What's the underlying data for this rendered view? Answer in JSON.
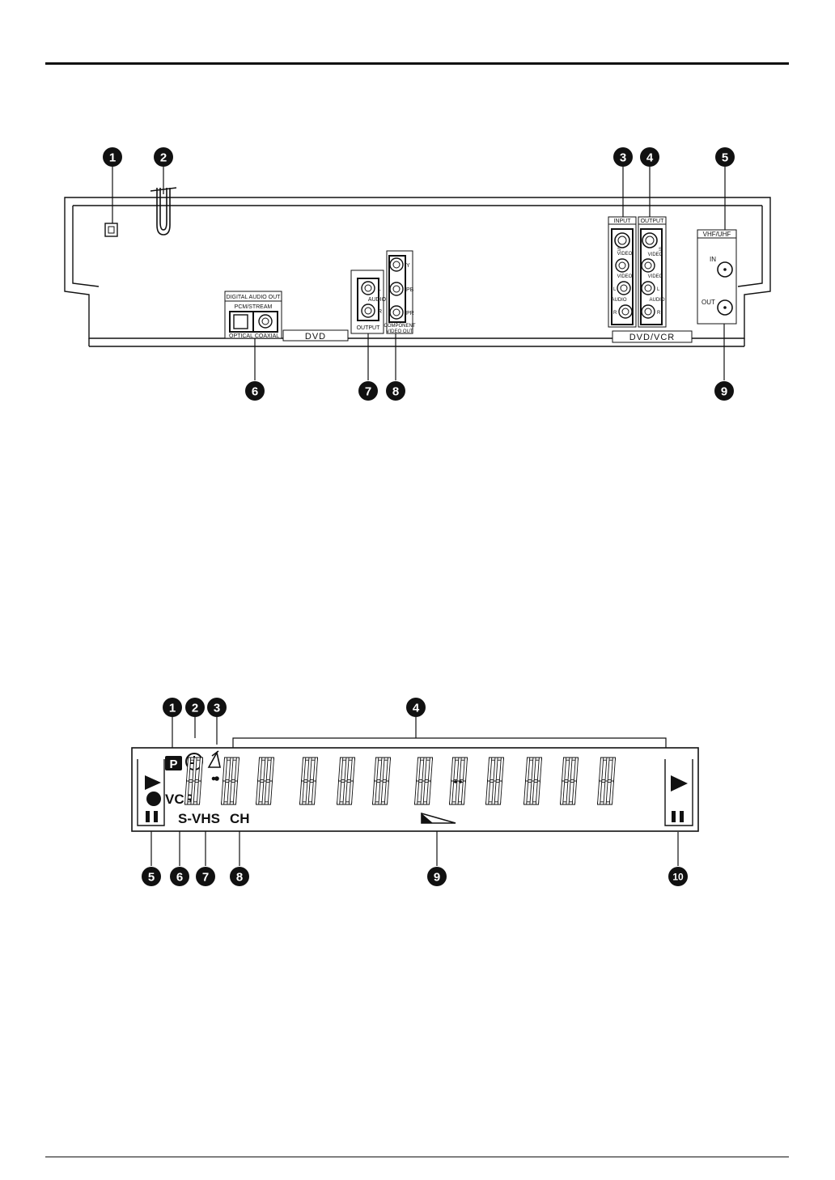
{
  "rear_panel": {
    "callouts": [
      "1",
      "2",
      "3",
      "4",
      "5",
      "6",
      "7",
      "8",
      "9"
    ],
    "digital_audio_out": {
      "title": "DIGITAL AUDIO OUT",
      "subtitle": "PCM/STREAM",
      "optical": "OPTICAL",
      "coaxial": "COAXIAL"
    },
    "dvd_label": "DVD",
    "dvd_vcr_label": "DVD/VCR",
    "audio_output": {
      "l": "L",
      "r": "R",
      "audio": "AUDIO",
      "output": "OUTPUT"
    },
    "component": {
      "y": "Y",
      "pb": "PB",
      "pr": "PR",
      "label_1": "COMPONENT",
      "label_2": "VIDEO OUT"
    },
    "input_jacks": {
      "title": "INPUT",
      "s": "S",
      "s_video": "VIDEO",
      "video": "VIDEO",
      "l": "L",
      "audio": "AUDIO",
      "r": "R"
    },
    "output_jacks": {
      "title": "OUTPUT",
      "s": "S",
      "s_video": "VIDEO",
      "video": "VIDEO",
      "l": "L",
      "audio": "AUDIO",
      "r": "R"
    },
    "antenna": {
      "title": "VHF/UHF",
      "in": "IN",
      "out": "OUT"
    }
  },
  "display_panel": {
    "callouts": [
      "1",
      "2",
      "3",
      "4",
      "5",
      "6",
      "7",
      "8",
      "9",
      "10"
    ],
    "p_badge": "P",
    "vcr": "VCR",
    "svhs": "S-VHS",
    "ch": "CH",
    "digit_count": 12,
    "icons": [
      "play-icon",
      "record-icon",
      "pause-icon",
      "timer-clock-icon",
      "satellite-icon",
      "tape-icon",
      "play-icon",
      "pause-icon"
    ]
  }
}
